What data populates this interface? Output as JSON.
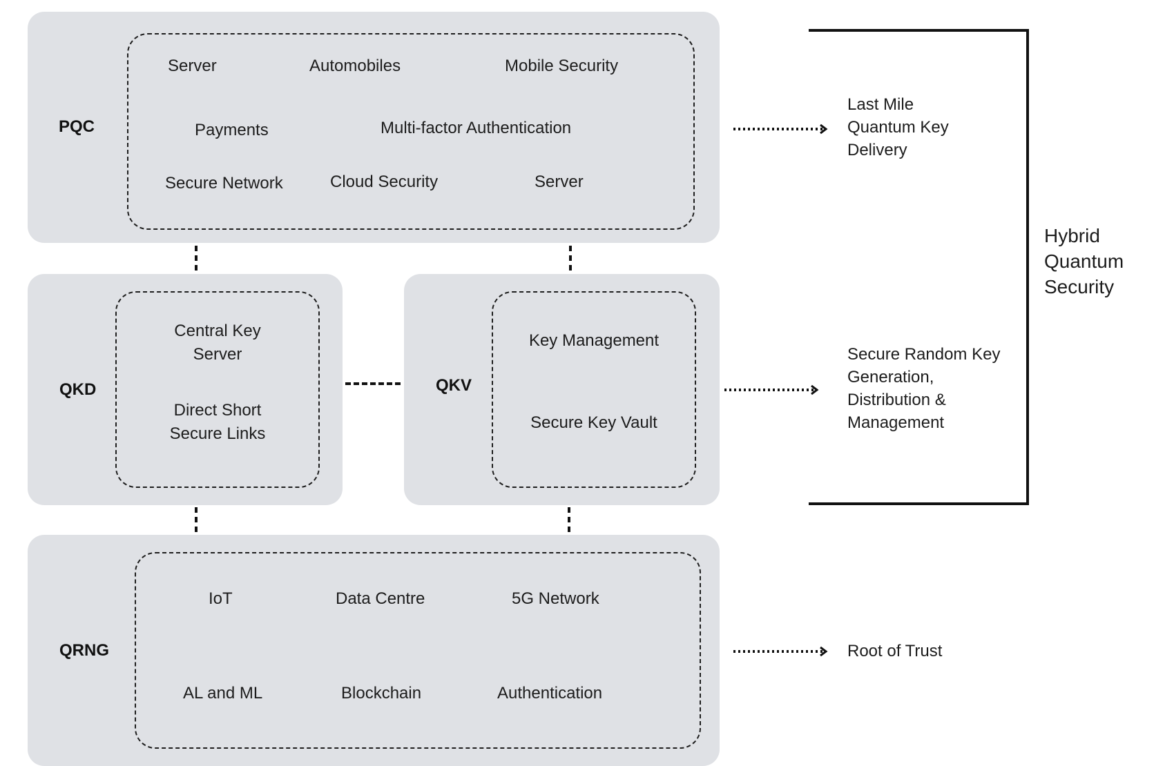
{
  "pqc": {
    "label": "PQC",
    "items": [
      "Server",
      "Automobiles",
      "Mobile Security",
      "Payments",
      "Multi-factor Authentication",
      "Secure Network",
      "Cloud Security",
      "Server"
    ],
    "output": "Last Mile\nQuantum Key\nDelivery"
  },
  "qkd": {
    "label": "QKD",
    "items": [
      "Central Key\nServer",
      "Direct Short\nSecure Links"
    ]
  },
  "qkv": {
    "label": "QKV",
    "items": [
      "Key Management",
      "Secure Key Vault"
    ],
    "output": "Secure Random Key\nGeneration,\nDistribution &\nManagement"
  },
  "qrng": {
    "label": "QRNG",
    "items": [
      "IoT",
      "Data Centre",
      "5G Network",
      "AL and ML",
      "Blockchain",
      "Authentication"
    ],
    "output": "Root of Trust"
  },
  "hybrid": {
    "label": "Hybrid\nQuantum\nSecurity"
  }
}
